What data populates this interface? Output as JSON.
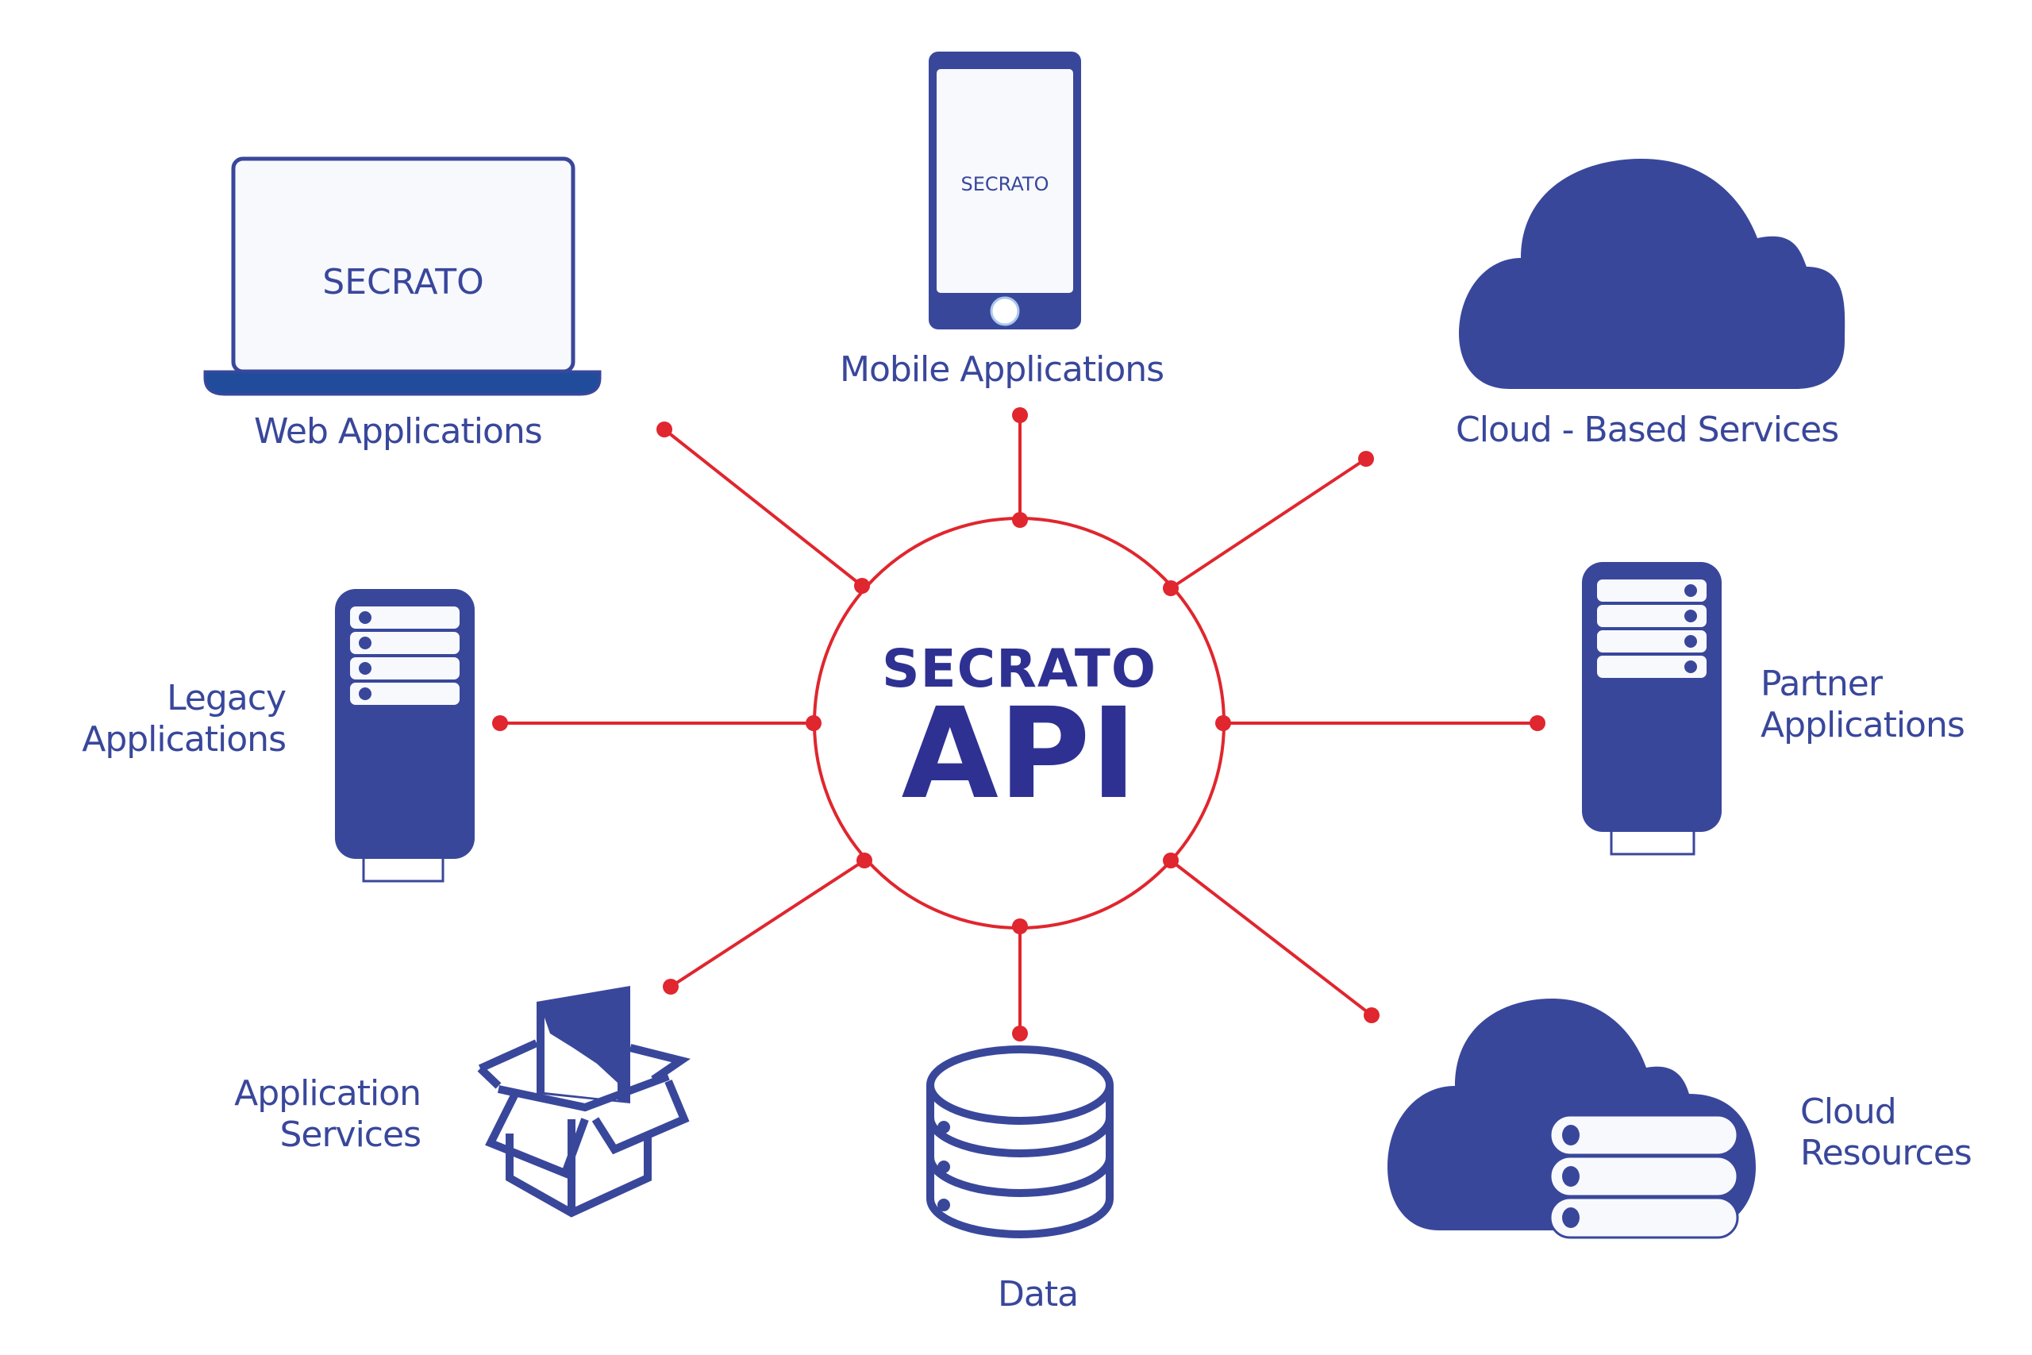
{
  "colors": {
    "icon_blue": "#39479b",
    "text_blue": "#2e3192",
    "connector_red": "#e0262e",
    "screen_fill": "#f8f9fd",
    "background": "#ffffff"
  },
  "hub": {
    "brand": "SECRATO",
    "title": "API"
  },
  "nodes": [
    {
      "id": "web",
      "label": "Web Applications",
      "icon": "laptop-icon",
      "screen_text": "SECRATO"
    },
    {
      "id": "mobile",
      "label": "Mobile Applications",
      "icon": "smartphone-icon",
      "screen_text": "SECRATO"
    },
    {
      "id": "cloud-services",
      "label": "Cloud - Based Services",
      "icon": "cloud-icon"
    },
    {
      "id": "legacy",
      "label_lines": [
        "Legacy",
        "Applications"
      ],
      "icon": "server-tower-icon"
    },
    {
      "id": "partner",
      "label_lines": [
        "Partner",
        "Applications"
      ],
      "icon": "server-tower-icon"
    },
    {
      "id": "app-services",
      "label_lines": [
        "Application",
        "Services"
      ],
      "icon": "open-box-icon"
    },
    {
      "id": "data",
      "label": "Data",
      "icon": "database-icon"
    },
    {
      "id": "cloud-resources",
      "label_lines": [
        "Cloud",
        "Resources"
      ],
      "icon": "cloud-server-icon"
    }
  ]
}
